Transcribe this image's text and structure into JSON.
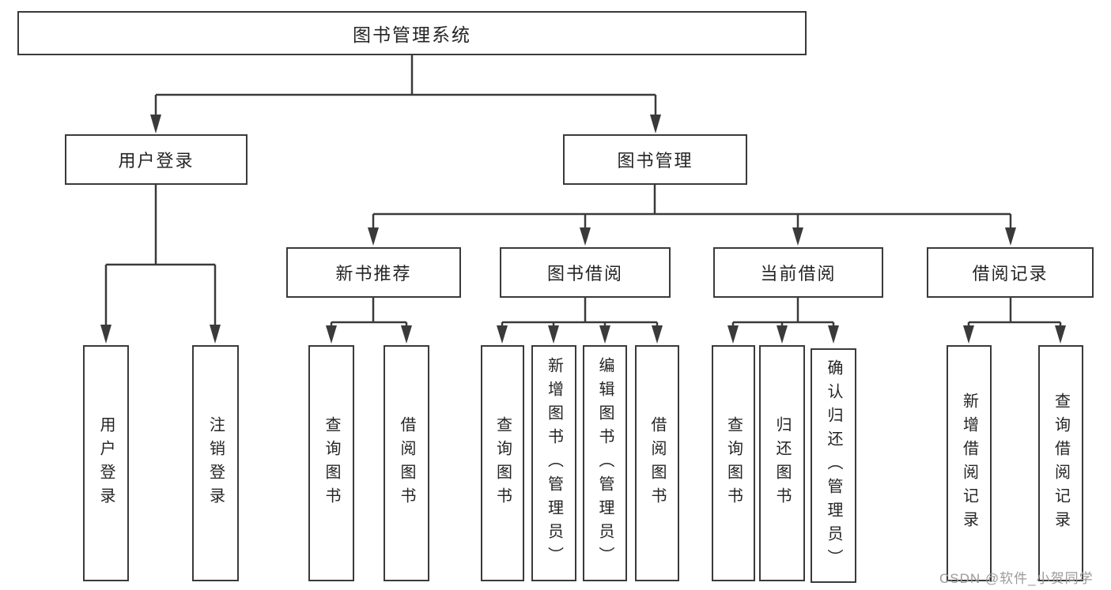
{
  "tree": {
    "root": "图书管理系统",
    "branch_user_login": {
      "label": "用户登录",
      "leaf_user_login": "用户登录",
      "leaf_logout": "注销登录"
    },
    "branch_book_mgmt": {
      "label": "图书管理",
      "group_new_book_rec": {
        "label": "新书推荐",
        "leaf_query_book": "查询图书",
        "leaf_borrow_book": "借阅图书"
      },
      "group_book_borrow": {
        "label": "图书借阅",
        "leaf_query_book": "查询图书",
        "leaf_add_book": "新增图书（管理员）",
        "leaf_edit_book": "编辑图书（管理员）",
        "leaf_borrow_book": "借阅图书"
      },
      "group_current_borrow": {
        "label": "当前借阅",
        "leaf_query_book": "查询图书",
        "leaf_return_book": "归还图书",
        "leaf_confirm_return": "确认归还（管理员）"
      },
      "group_borrow_records": {
        "label": "借阅记录",
        "leaf_add_record": "新增借阅记录",
        "leaf_query_record": "查询借阅记录"
      }
    }
  },
  "colors": {
    "line": "#3a3a3a",
    "text": "#242424",
    "watermark": "#9a9a9a",
    "background": "#ffffff"
  },
  "watermark": "CSDN @软件_小贺同学"
}
